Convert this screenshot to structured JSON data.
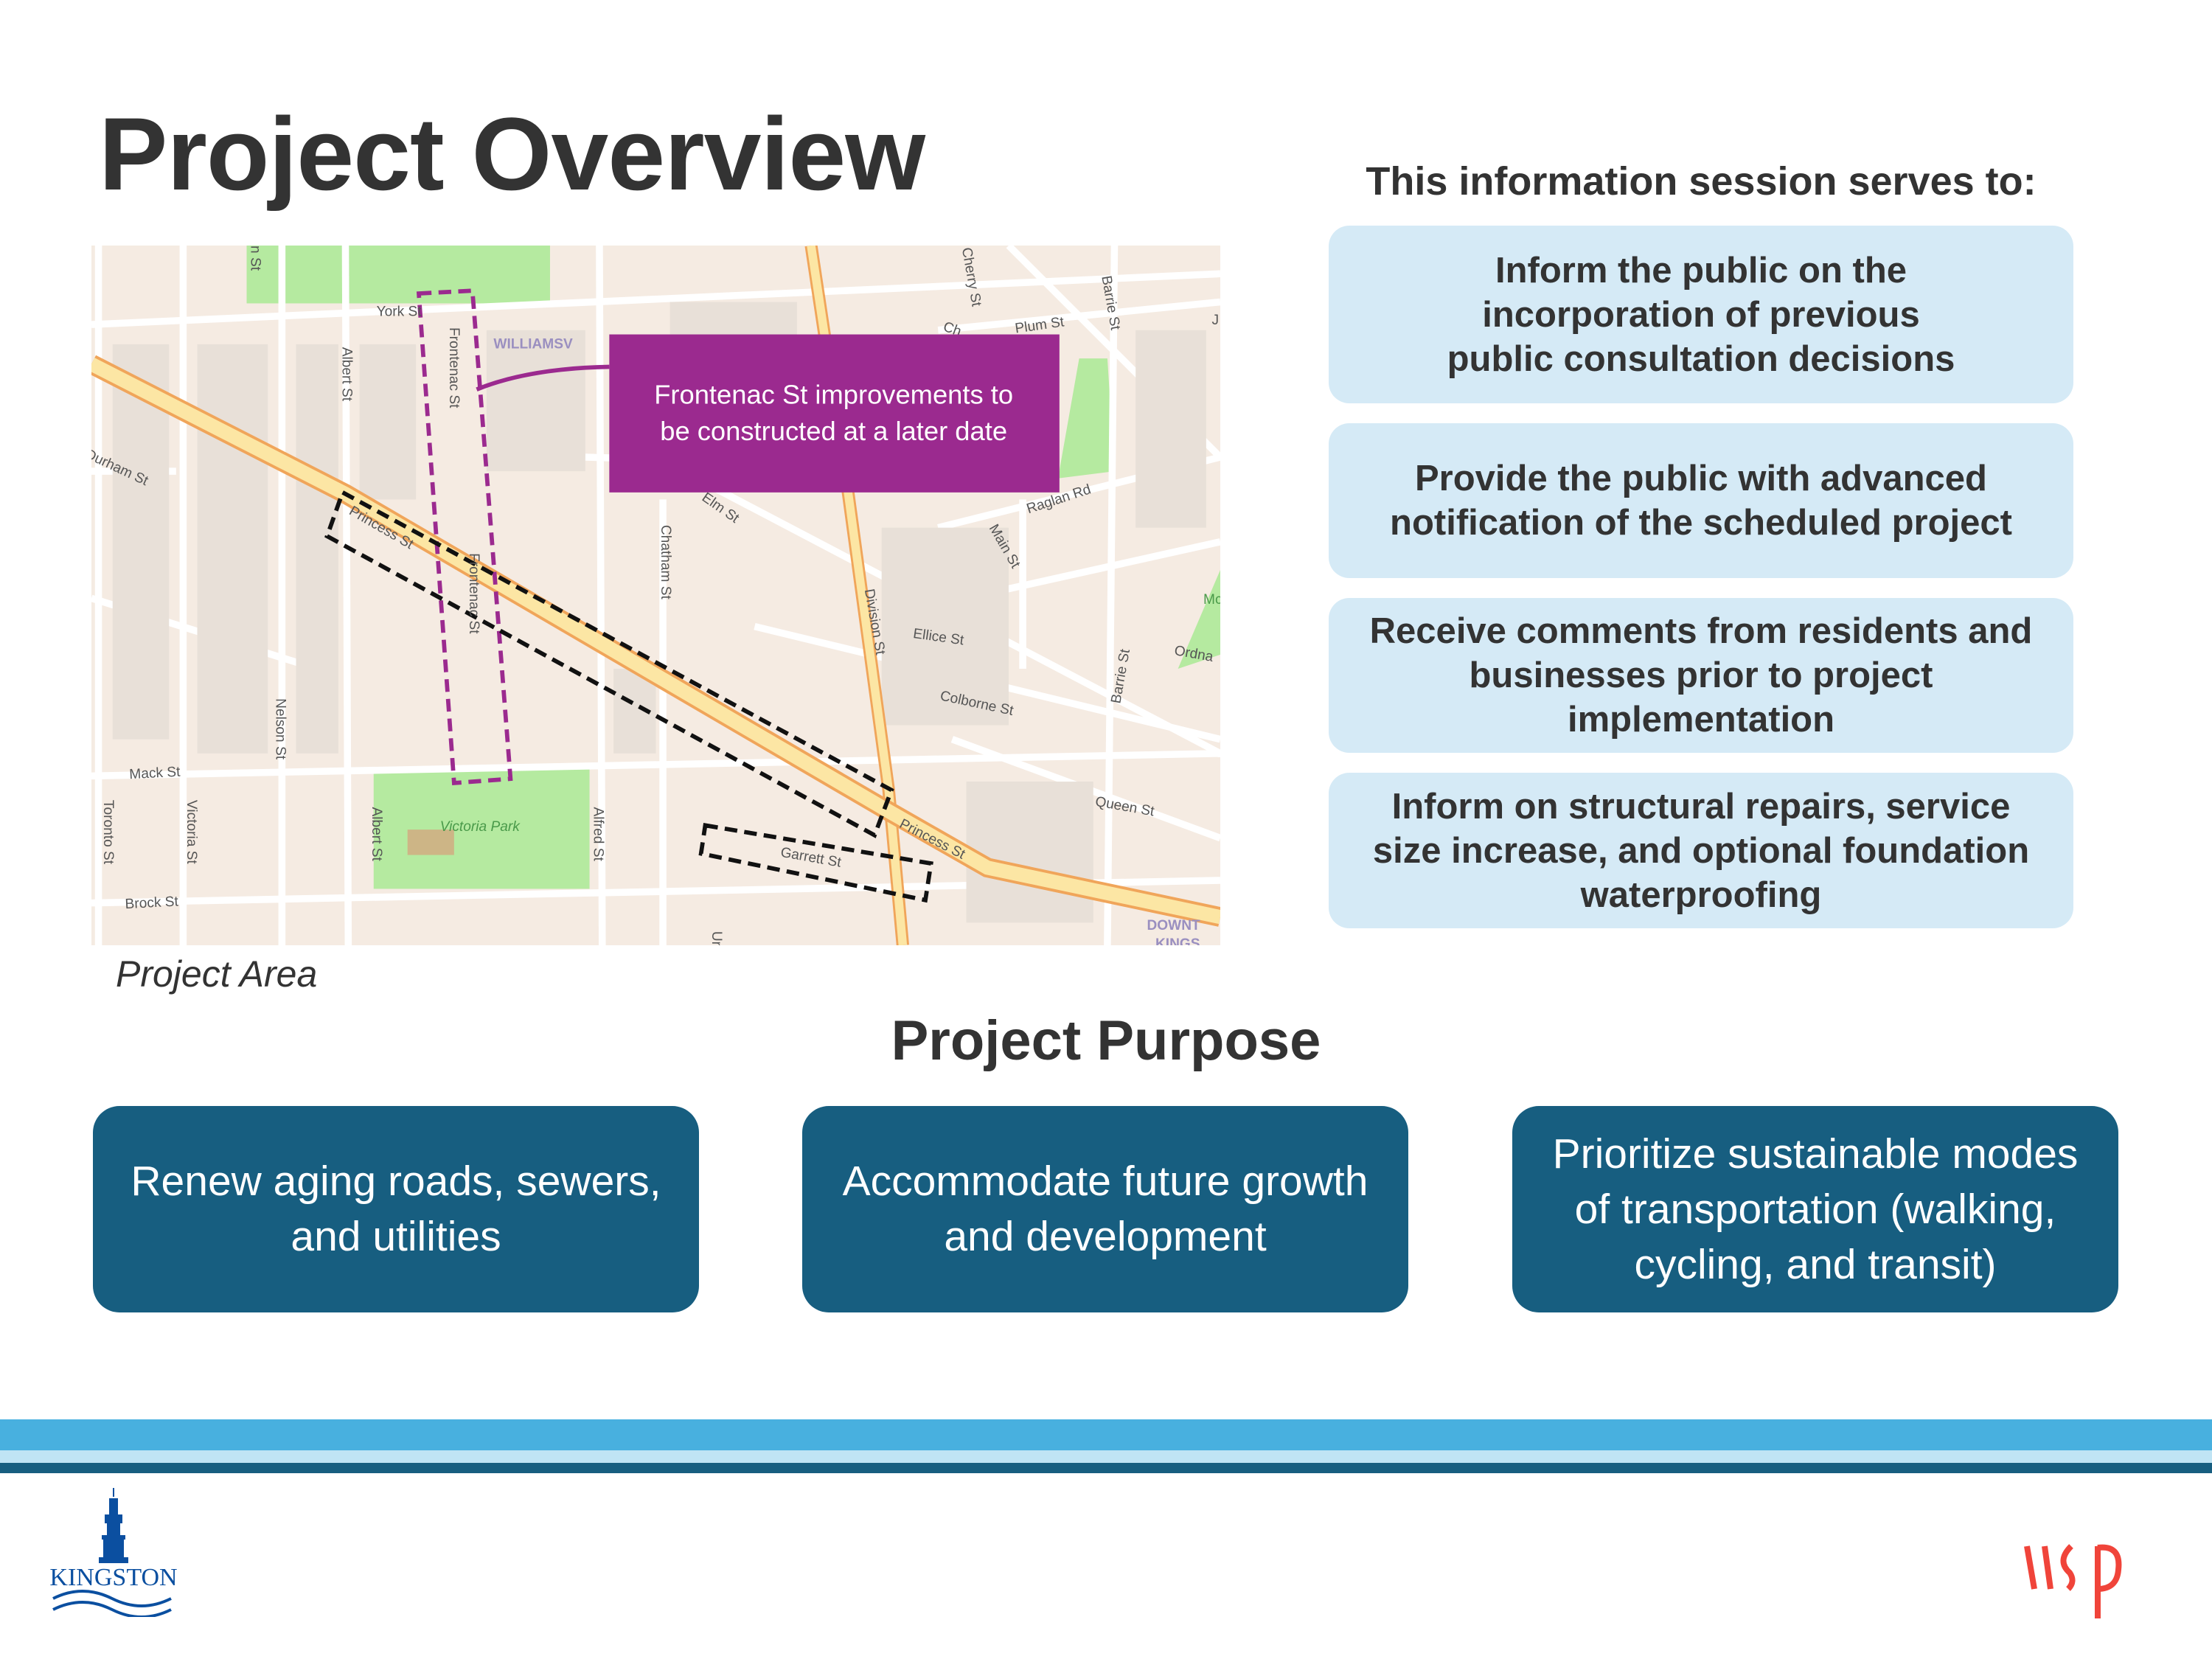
{
  "header": {
    "title": "Project Overview"
  },
  "map": {
    "caption": "Project Area",
    "callout": [
      "Frontenac St improvements to",
      "be constructed at a later date"
    ],
    "labels": [
      "York St",
      "Frontenac St",
      "Albert St",
      "WILLIAMSV",
      "Durham St",
      "Princess St",
      "Frontenac St",
      "Chatham St",
      "Elm St",
      "Division St",
      "Main St",
      "Raglan Rd",
      "Plum St",
      "Cherry St",
      "Barrie St",
      "Ellice St",
      "Colborne St",
      "Barrie St",
      "Ordna",
      "Queen St",
      "Princess St",
      "Garrett St",
      "Mack St",
      "Nelson St",
      "Victoria Park",
      "Albert St",
      "Alfred St",
      "Toronto St",
      "Victoria St",
      "Brock St",
      "DOWNT",
      "KINGS",
      "Ch",
      "n St",
      "Un",
      "Mc",
      "J"
    ],
    "colors": {
      "callout": "#9b2a8f",
      "park": "#b5eaa0",
      "major_road": "#fce6a4"
    }
  },
  "session": {
    "heading": "This information session serves to:",
    "items": [
      [
        "Inform the public on the",
        "incorporation of previous",
        "public consultation decisions"
      ],
      [
        "Provide the public with advanced",
        "notification of the scheduled project"
      ],
      [
        "Receive comments from residents and",
        "businesses prior to project",
        "implementation"
      ],
      [
        "Inform on structural repairs, service",
        "size increase, and optional foundation",
        "waterproofing"
      ]
    ]
  },
  "purpose": {
    "heading": "Project Purpose",
    "items": [
      [
        "Renew aging roads, sewers,",
        "and utilities"
      ],
      [
        "Accommodate future growth",
        "and development"
      ],
      [
        "Prioritize sustainable modes",
        "of transportation (walking,",
        "cycling, and transit)"
      ]
    ]
  },
  "footer": {
    "kingston_logo": "KINGSTON",
    "wsp_logo": "wsp",
    "colors": {
      "blue": "#48b0df",
      "light": "#c0e4f4",
      "dark": "#175e80",
      "wsp": "#f0443a"
    }
  }
}
